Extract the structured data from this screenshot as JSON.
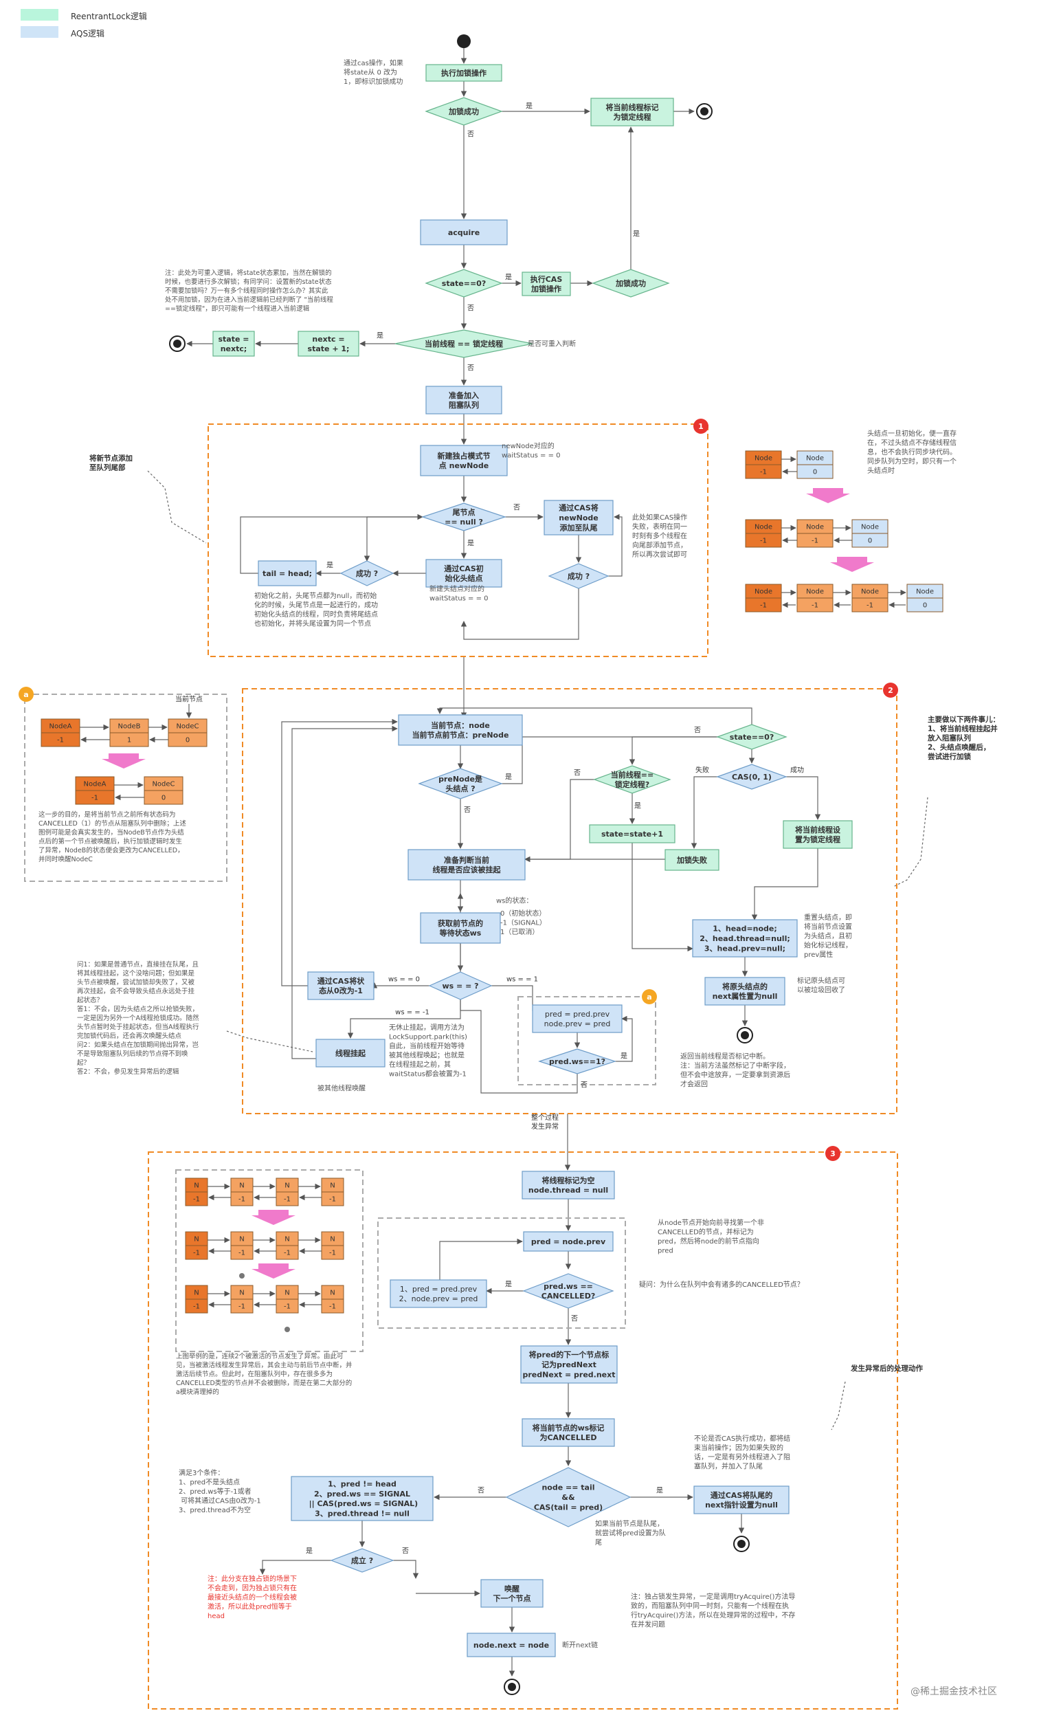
{
  "legend": {
    "reentrant_label": "ReentrantLock逻辑",
    "aqs_label": "AQS逻辑",
    "reentrant_color": "#b9f5dc",
    "aqs_color": "#cfe4f7"
  },
  "colors": {
    "green_box": "#c9f3df",
    "green_border": "#66b48c",
    "blue_box": "#cfe3f7",
    "blue_border": "#6d9cc8",
    "orange_dash": "#f08a24",
    "orange_node": "#f4a261",
    "orange_node_dark": "#e8762b",
    "pink_arrow": "#f07acb",
    "gray_text": "#555555"
  },
  "top": {
    "exec_lock": "执行加锁操作",
    "exec_note": [
      "通过cas操作，如果",
      "将state从 0 改为",
      "1，即标识加锁成功"
    ],
    "lock_success": "加锁成功",
    "yes": "是",
    "no": "否",
    "mark_owner": [
      "将当前线程标记",
      "为锁定线程"
    ],
    "acquire": "acquire",
    "state_eq0": "state==0?",
    "exec_cas": [
      "执行CAS",
      "加锁操作"
    ],
    "lock_success2": "加锁成功",
    "reentrant_note": [
      "注：此处为可重入逻辑，将state状态累加，当然在解锁的",
      "时候，也要进行多次解锁；有同学问：设置新的state状态",
      "不需要加锁吗？万一有多个线程同时操作怎么办？其实此",
      "处不用加锁，因为在进入当前逻辑前已经判断了 \"当前线程",
      "==锁定线程\"，即只可能有一个线程进入当前逻辑"
    ],
    "state_nextc": [
      "state =",
      "nextc;"
    ],
    "nextc": [
      "nextc =",
      "state + 1;"
    ],
    "is_owner": "当前线程 == 锁定线程",
    "reentrant_judge": "是否可重入判断",
    "prepare_queue": [
      "准备加入",
      "阻塞队列"
    ]
  },
  "sec1": {
    "badge": "1",
    "side_note": [
      "将新节点添加",
      "至队列尾部"
    ],
    "new_node": [
      "新建独占模式节",
      "点 newNode"
    ],
    "new_node_note": [
      "newNode对应的",
      "waitStatus = = 0"
    ],
    "tail_null": [
      "尾节点",
      "== null ?"
    ],
    "cas_tail": [
      "通过CAS将",
      "newNode",
      "添加至队尾"
    ],
    "cas_fail_note": [
      "此处如果CAS操作",
      "失败，表明在同一",
      "时刻有多个线程在",
      "向尾部添加节点，",
      "所以再次尝试即可"
    ],
    "tail_head": "tail = head;",
    "success": "成功 ?",
    "cas_init_head": [
      "通过CAS初",
      "始化头结点"
    ],
    "head_note": [
      "新建头结点对应的",
      "waitStatus = = 0"
    ],
    "init_note": [
      "初始化之前，头尾节点都为null，而初始",
      "化的时候，头尾节点是一起进行的，成功",
      "初始化头结点的线程，同时负责将尾结点",
      "也初始化，并将头尾设置为同一个节点"
    ],
    "right_note": [
      "头结点一旦初始化，便一直存",
      "在，不过头结点不存储线程信",
      "息，也不会执行同步块代码。",
      "同步队列为空时，即只有一个",
      "头结点时"
    ],
    "node_word": "Node",
    "ws_m1": "-1",
    "ws_0": "0"
  },
  "sec_a": {
    "badge": "a",
    "current_node": "当前节点",
    "nodeA": "NodeA",
    "nodeB": "NodeB",
    "nodeC": "NodeC",
    "ws_m1": "-1",
    "ws_1": "1",
    "ws_0": "0",
    "note": [
      "这一步的目的，是将当前节点之前所有状态码为",
      "CANCELLED（1）的节点从阻塞队列中删除；上述",
      "图例可能是会真实发生的，当NodeB节点作为头结",
      "点后的第一个节点被唤醒后，执行加锁逻辑时发生",
      "了异常，NodeB的状态便会更改为CANCELLED，",
      "并同时唤醒NodeC"
    ]
  },
  "sec2": {
    "badge": "2",
    "cur_node": [
      "当前节点：node",
      "当前节点前节点：preNode"
    ],
    "prenode_is_head": [
      "preNode是",
      "头结点 ?"
    ],
    "state_eq0": "state==0?",
    "is_owner": [
      "当前线程==",
      "锁定线程?"
    ],
    "cas01": "CAS(0, 1)",
    "fail": "失败",
    "success": "成功",
    "state_plus": "state=state+1",
    "lock_fail": "加锁失败",
    "set_owner": [
      "将当前线程设",
      "置为锁定线程"
    ],
    "prepare_judge": [
      "准备判断当前",
      "线程是否应该被挂起"
    ],
    "ws_states": "ws的状态：",
    "ws_list": [
      "0（初始状态）",
      "-1（SIGNAL）",
      "1（已取消）"
    ],
    "get_ws": [
      "获取前节点的",
      "等待状态ws"
    ],
    "ws_q": "ws = = ?",
    "ws_eq0": "ws = = 0",
    "ws_eq1": "ws = = 1",
    "ws_eqm1": "ws = = -1",
    "cas_ws": [
      "通过CAS将状",
      "态从0改为-1"
    ],
    "pred_block": [
      "pred = pred.prev",
      "node.prev = pred"
    ],
    "pred_ws1": "pred.ws==1?",
    "suspend": "线程挂起",
    "woken": "被其他线程唤醒",
    "park_note": [
      "无休止挂起，调用方法为",
      "LockSupport.park(this)",
      "自此，当前线程开始等待",
      "被其他线程唤起；也就是",
      "在线程挂起之前，其",
      "waitStatus都会被置为-1"
    ],
    "head_set": [
      "1、head=node;",
      "2、head.thread=null;",
      "3、head.prev=null;"
    ],
    "head_set_note": [
      "重置头结点，即",
      "将当前节点设置",
      "为头结点，且初",
      "始化标记线程，",
      "prev属性"
    ],
    "old_head_null": [
      "将原头结点的",
      "next属性置为null"
    ],
    "old_head_note": [
      "标记原头结点可",
      "以被垃圾回收了"
    ],
    "return_note": [
      "返回当前线程是否标记中断。",
      "注：当前方法虽然标记了中断字段，",
      "但不会中途放弃，一定要拿到资源后",
      "才会返回"
    ],
    "right_note": [
      "主要做以下两件事儿：",
      "1、将当前线程挂起并",
      "放入阻塞队列",
      "2、头结点唤醒后，",
      "尝试进行加锁"
    ],
    "left_q_note": [
      "问1：如果是普通节点，直接挂在队尾，且",
      "将其线程挂起，这个没啥问题；但如果是",
      "头节点被唤醒，尝试加锁却失败了，又被",
      "再次挂起，会不会导致头结点永远处于挂",
      "起状态？",
      "答1：不会，因为头结点之所以抢锁失败，",
      "一定是因为另外一个A线程抢锁成功。随然",
      "头节点暂时处于挂起状态，但当A线程执行",
      "完加锁代码后，还会再次唤醒头结点",
      "",
      "问2：如果头结点在加锁期间抛出异常，岂",
      "不是导致阻塞队列后续的节点得不到唤",
      "起？",
      "答2：不会，参见发生异常后的逻辑"
    ],
    "no": "否",
    "yes": "是"
  },
  "between": [
    "整个过程",
    "发生异常"
  ],
  "sec3": {
    "badge": "3",
    "mark_null": [
      "将线程标记为空",
      "node.thread = null"
    ],
    "pred_prev": "pred = node.prev",
    "pred_prev_note": [
      "从node节点开始向前寻找第一个非",
      "CANCELLED的节点，并标记为",
      "pred，然后将node的前节点指向",
      "pred"
    ],
    "doubt": "疑问：为什么在队列中会有诸多的CANCELLED节点？",
    "pred_cancel": [
      "pred.ws ==",
      "CANCELLED?"
    ],
    "pred_loop": [
      "1、pred = pred.prev",
      "2、node.prev = pred"
    ],
    "pred_next": [
      "将pred的下一个节点标",
      "记为predNext",
      "predNext = pred.next"
    ],
    "ws_cancelled": [
      "将当前节点的ws标记",
      "为CANCELLED"
    ],
    "tail_cond": [
      "node == tail",
      "&&",
      "CAS(tail = pred)"
    ],
    "tail_note": [
      "如果当前节点是队尾，",
      "就尝试将pred设置为队",
      "尾"
    ],
    "cas_null": [
      "通过CAS将队尾的",
      "next指针设置为null"
    ],
    "cas_null_note": [
      "不论是否CAS执行成功，都将结",
      "束当前操作；因为如果失败的",
      "话，一定是有另外线程进入了阻",
      "塞队列，并加入了队尾"
    ],
    "three_cond": [
      "1、pred != head",
      "2、pred.ws == SIGNAL",
      "   || CAS(pred.ws = SIGNAL)",
      "3、pred.thread != null"
    ],
    "three_note": [
      "满足3个条件：",
      "1、pred不是头结点",
      "2、pred.ws等于-1或者",
      "   可将其通过CAS由0改为-1",
      "3、pred.thread不为空"
    ],
    "holds": "成立 ?",
    "red_note": [
      "注：此分支在独占锁的场景下",
      "不会走到，因为独占锁只有在",
      "最接近头结点的一个线程会被",
      "激活，所以此处pred恒等于",
      "head"
    ],
    "wake": [
      "唤醒",
      "下一个节点"
    ],
    "node_next": "node.next = node",
    "break_chain": "断开next链",
    "bottom_note": [
      "注：独占锁发生异常，一定是调用tryAcquire()方法导",
      "致的，而阻塞队列中同一时刻，只能有一个线程在执",
      "行tryAcquire()方法，所以在处理异常的过程中，不存",
      "在并发问题"
    ],
    "right_label": "发生异常后的处理动作",
    "left_note": [
      "上图举例的是，连续2个被激活的节点发生了异常。由此可",
      "见，当被激活线程发生异常后，其会主动与前后节点中断，并",
      "激活后续节点。但此时，在阻塞队列中，存在很多多为",
      "CANCELLED类型的节点并不会被删除，而是在第二大部分的",
      "a模块清理掉的"
    ],
    "n_word": "N",
    "yes": "是",
    "no": "否"
  },
  "watermark": "@稀土掘金技术社区"
}
